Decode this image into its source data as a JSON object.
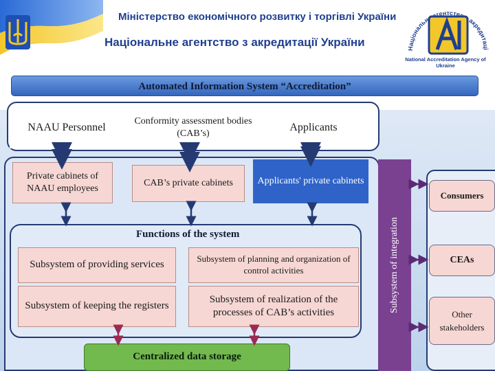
{
  "header": {
    "ministry": "Міністерство економічного розвитку і торгівлі України",
    "agency": "Національне агентство з акредитації України",
    "logo_arc_text": "Національне агентство з акредитації України",
    "logo_caption": "National Accreditation Agency of Ukraine"
  },
  "title": "Automated Information System “Accreditation”",
  "top_row": {
    "naau_personnel": "NAAU Personnel",
    "cabs": "Conformity assessment bodies (CAB’s)",
    "applicants": "Applicants"
  },
  "cabinets": {
    "naau_cabinets": "Private cabinets of NAAU employees",
    "cab_cabinets": "CAB’s private cabinets",
    "applicant_cabinets": "Applicants' private cabinets"
  },
  "functions": {
    "title": "Functions of the system",
    "providing_services": "Subsystem of providing services",
    "planning": "Subsystem of planning and organization of control activities",
    "registers": "Subsystem of keeping the registers",
    "realization": "Subsystem of realization of the processes of CAB’s activities"
  },
  "storage": "Centralized data storage",
  "integration": "Subsystem of integration",
  "external": {
    "consumers": "Consumers",
    "ceas": "CEAs",
    "other": "Other stakeholders"
  },
  "colors": {
    "navy": "#253a73",
    "pink": "#f6d7d3",
    "blue": "#2f63c7",
    "purple": "#7a4190",
    "green": "#72b94e",
    "arrow": "#9b2a52"
  }
}
